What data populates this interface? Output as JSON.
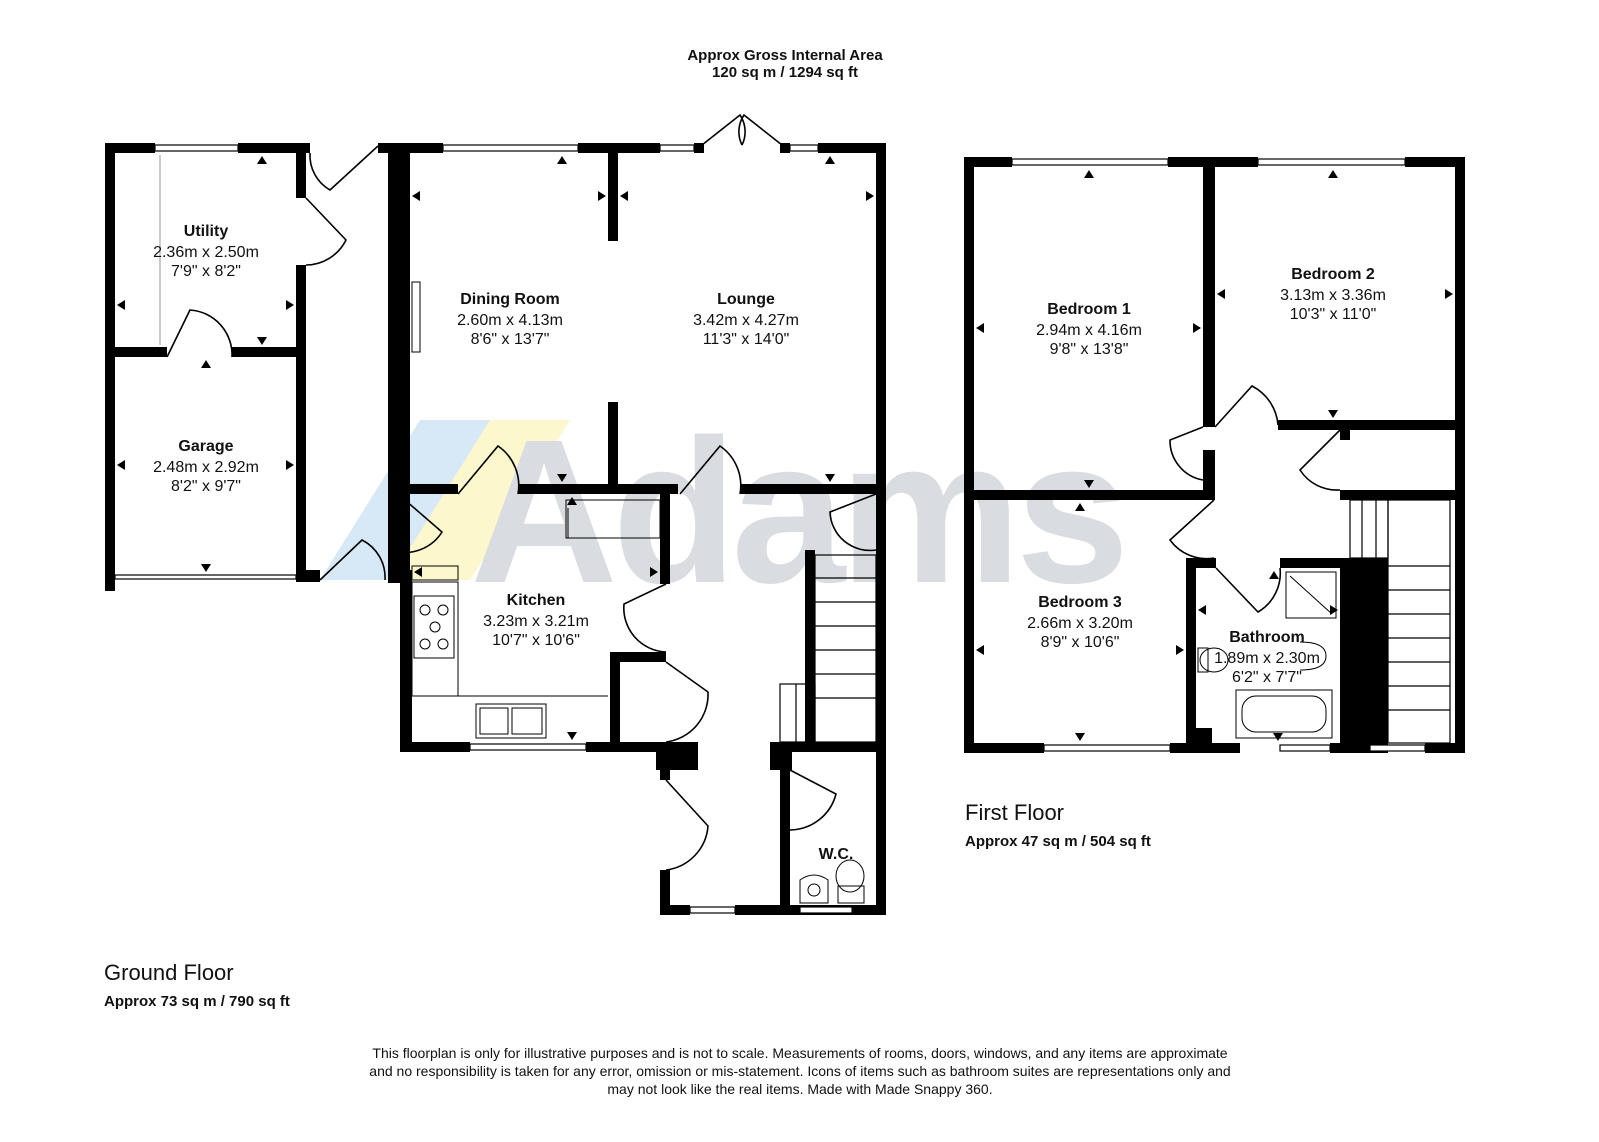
{
  "header": {
    "title": "Approx Gross Internal Area",
    "area": "120 sq m / 1294 sq ft"
  },
  "brand": {
    "name": "Adams",
    "accent_blue": "#cfe3f6",
    "accent_yellow": "#fbf6c9",
    "text_color": "#d6d9de"
  },
  "floors": {
    "ground": {
      "title": "Ground Floor",
      "area": "Approx 73 sq m / 790 sq ft",
      "rooms": {
        "utility": {
          "name": "Utility",
          "metric": "2.36m x 2.50m",
          "imperial": "7'9\" x 8'2\""
        },
        "garage": {
          "name": "Garage",
          "metric": "2.48m x 2.92m",
          "imperial": "8'2\" x 9'7\""
        },
        "dining": {
          "name": "Dining Room",
          "metric": "2.60m x 4.13m",
          "imperial": "8'6\" x 13'7\""
        },
        "lounge": {
          "name": "Lounge",
          "metric": "3.42m x 4.27m",
          "imperial": "11'3\" x 14'0\""
        },
        "kitchen": {
          "name": "Kitchen",
          "metric": "3.23m x 3.21m",
          "imperial": "10'7\" x 10'6\""
        },
        "wc": {
          "name": "W.C."
        }
      }
    },
    "first": {
      "title": "First Floor",
      "area": "Approx 47 sq m / 504 sq ft",
      "rooms": {
        "bedroom1": {
          "name": "Bedroom 1",
          "metric": "2.94m x 4.16m",
          "imperial": "9'8\" x 13'8\""
        },
        "bedroom2": {
          "name": "Bedroom 2",
          "metric": "3.13m x 3.36m",
          "imperial": "10'3\" x 11'0\""
        },
        "bedroom3": {
          "name": "Bedroom 3",
          "metric": "2.66m x 3.20m",
          "imperial": "8'9\" x 10'6\""
        },
        "bathroom": {
          "name": "Bathroom",
          "metric": "1.89m x 2.30m",
          "imperial": "6'2\" x 7'7\""
        }
      }
    }
  },
  "disclaimer": [
    "This floorplan is only for illustrative purposes and is not to scale. Measurements of rooms, doors, windows, and any items are approximate",
    "and no responsibility is taken for any error, omission or mis-statement. Icons of items such as bathroom suites are representations only and",
    "may not look like the real items. Made with Made Snappy 360."
  ]
}
